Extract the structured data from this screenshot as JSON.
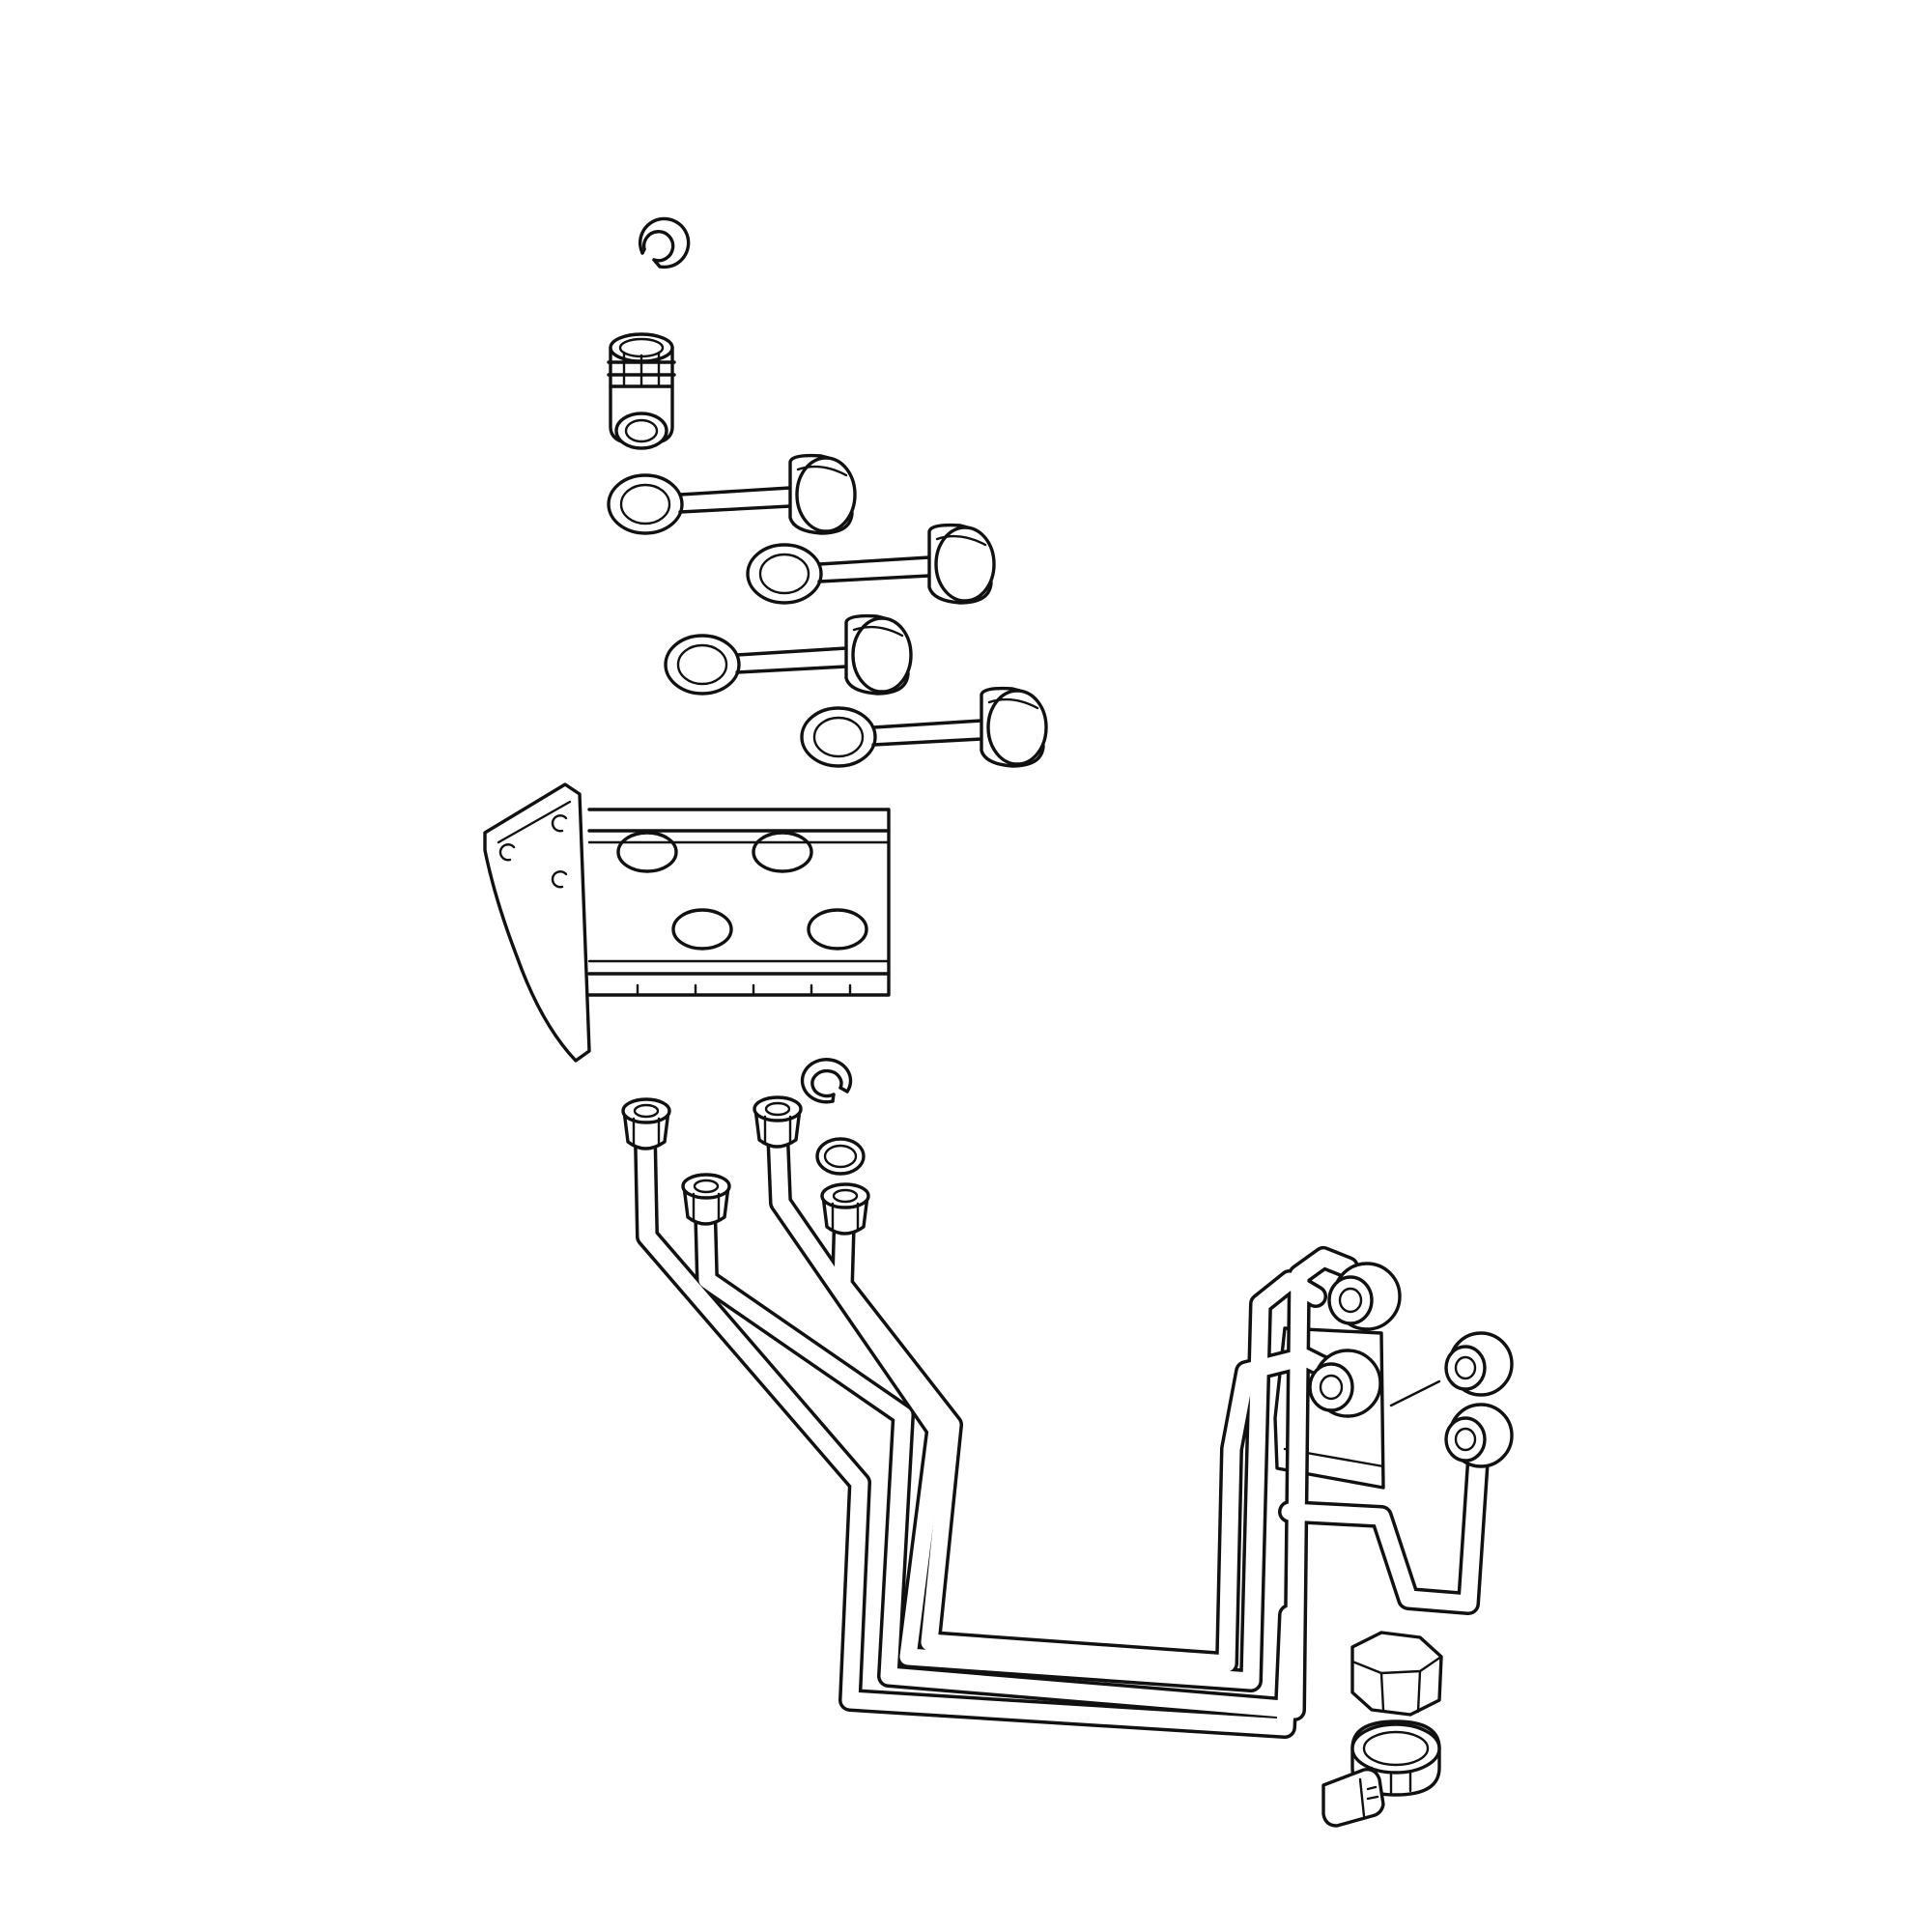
{
  "figure": {
    "description_visible_text": "",
    "line_color": "#111111",
    "background_color": "#ffffff",
    "parts": [
      {
        "id": "retaining-ring-top",
        "icon": "snap-ring-icon"
      },
      {
        "id": "bulkhead-coupler",
        "icon": "coupler-icon"
      },
      {
        "id": "dust-cap-1",
        "icon": "dust-cap-icon"
      },
      {
        "id": "dust-cap-2",
        "icon": "dust-cap-icon"
      },
      {
        "id": "dust-cap-3",
        "icon": "dust-cap-icon"
      },
      {
        "id": "dust-cap-4",
        "icon": "dust-cap-icon"
      },
      {
        "id": "mounting-bracket",
        "icon": "bracket-icon"
      },
      {
        "id": "retaining-ring-mid",
        "icon": "snap-ring-icon"
      },
      {
        "id": "o-ring",
        "icon": "o-ring-icon"
      },
      {
        "id": "hydraulic-tube-assembly",
        "icon": "tube-assembly-icon"
      },
      {
        "id": "hex-nut",
        "icon": "nut-icon"
      },
      {
        "id": "hose-clamp",
        "icon": "hose-clamp-icon"
      }
    ]
  }
}
